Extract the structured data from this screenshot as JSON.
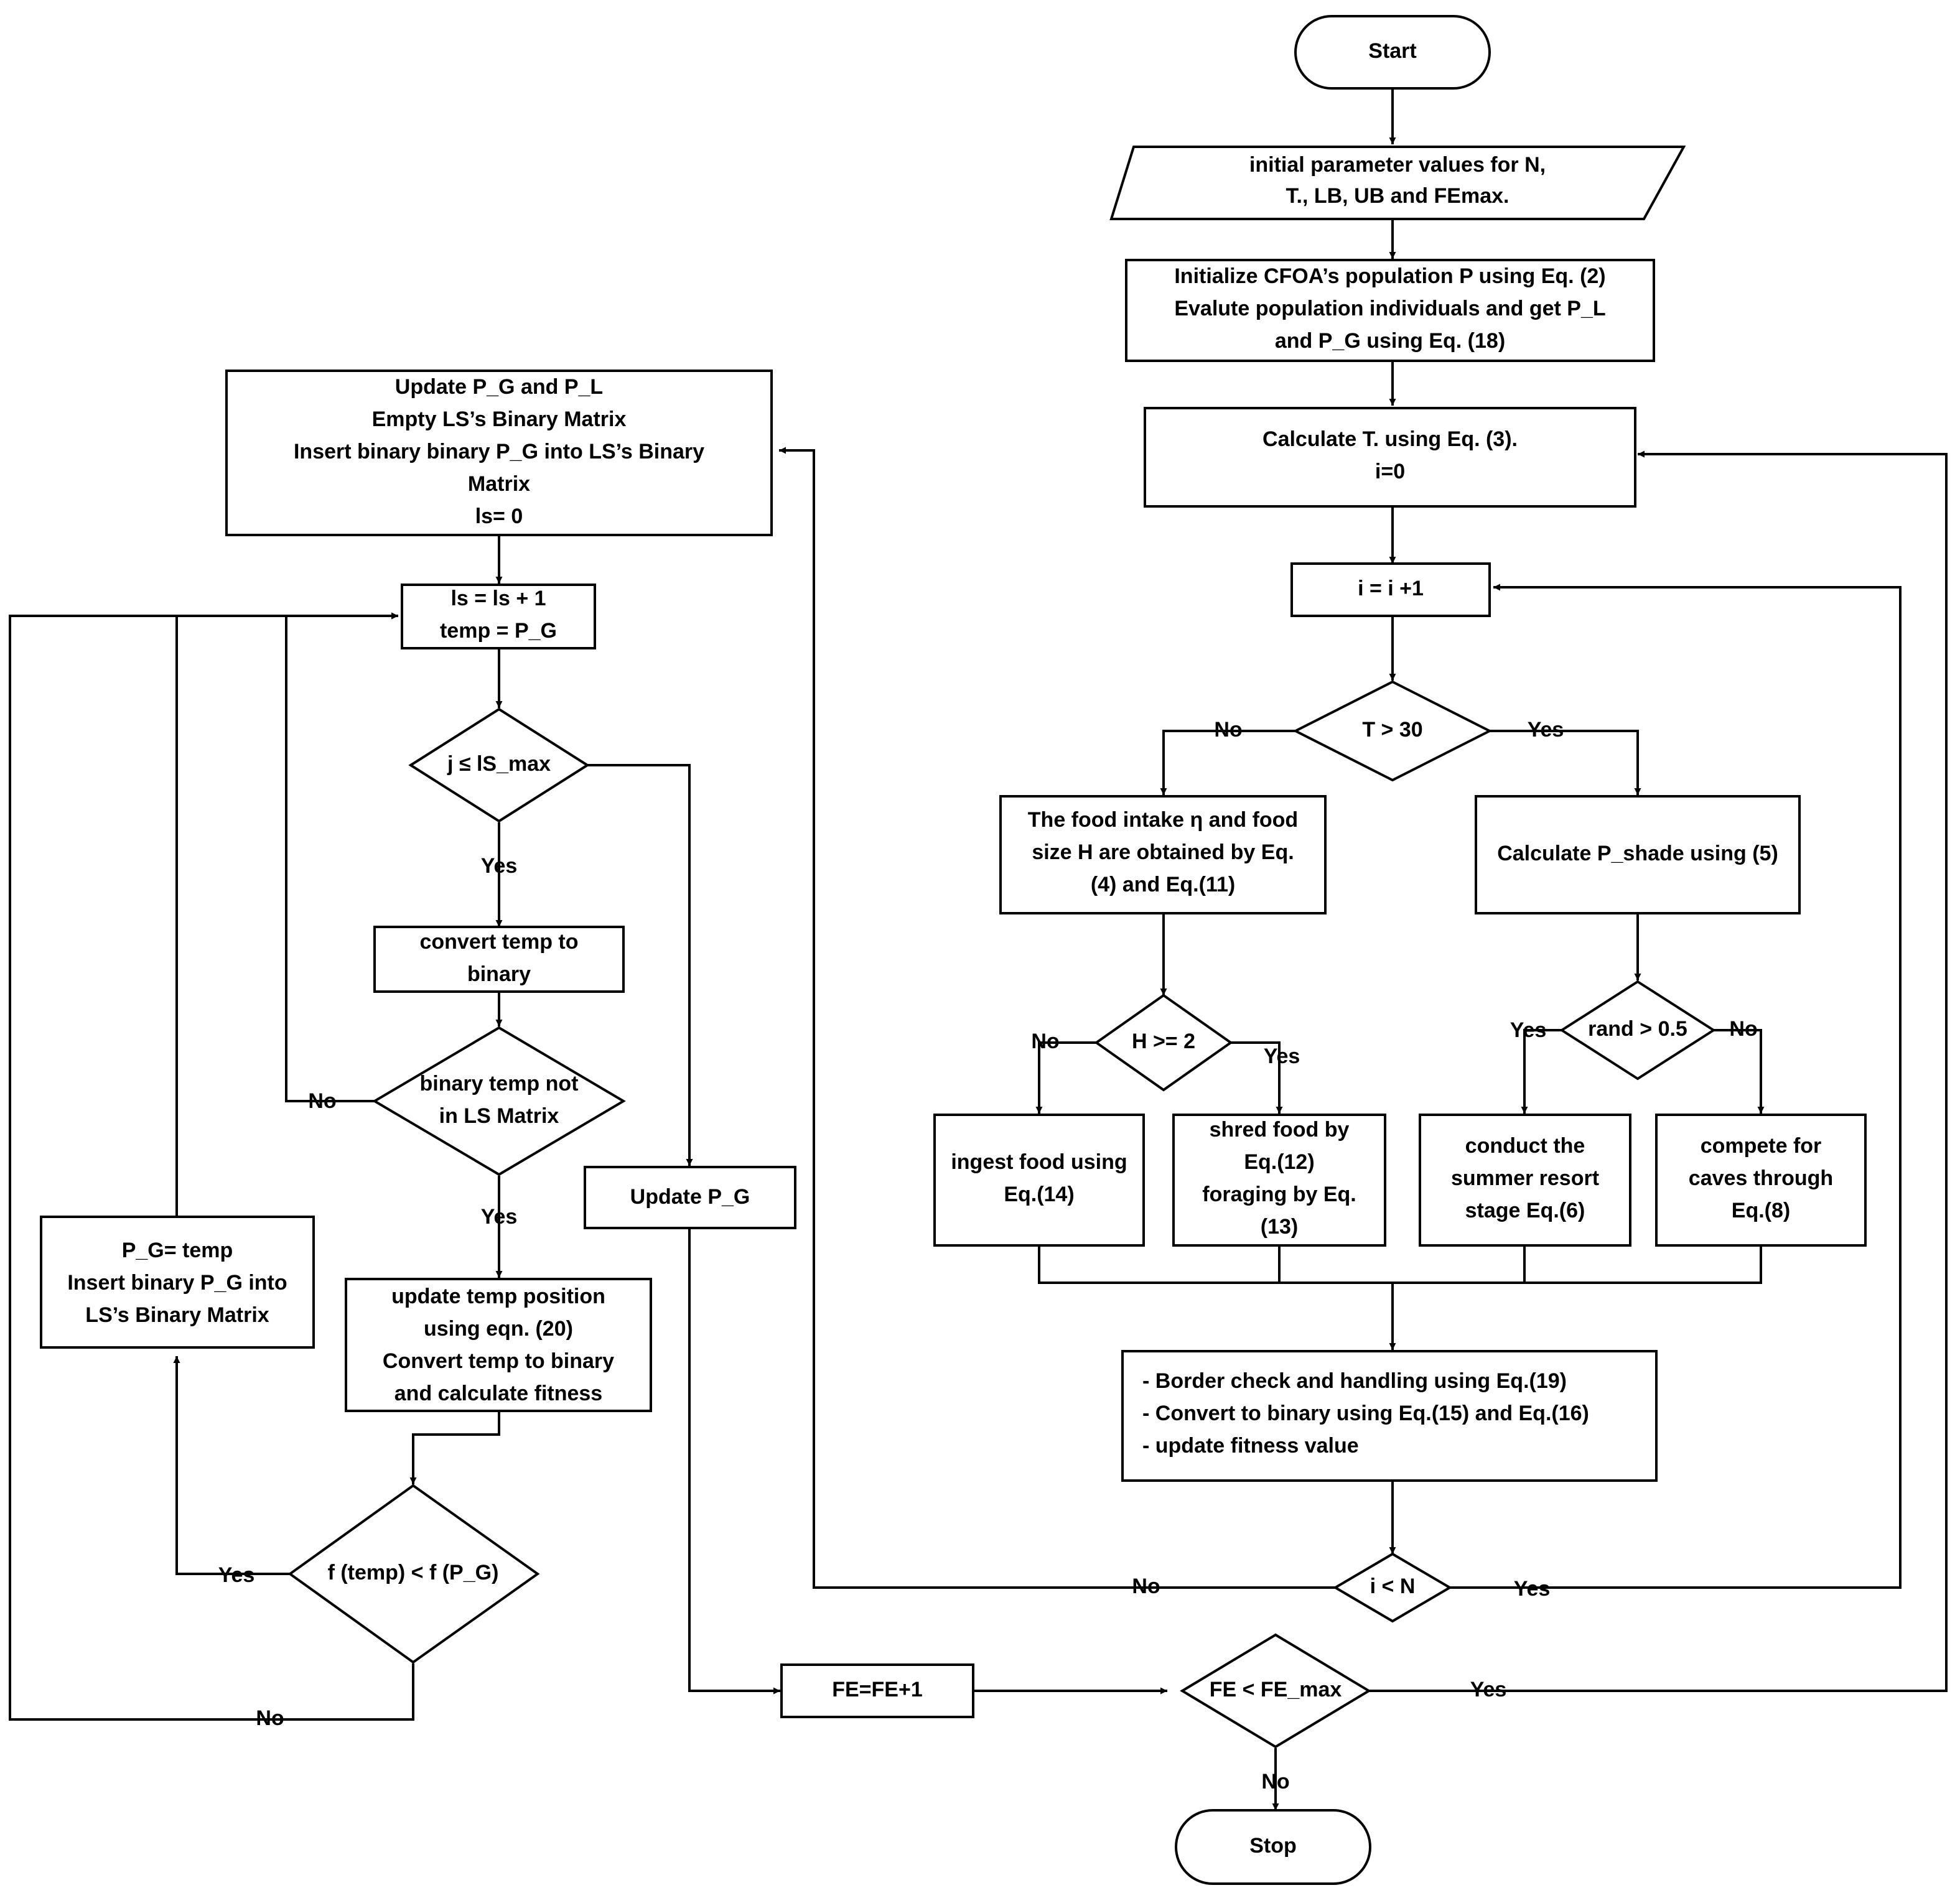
{
  "nodes": {
    "start": "Start",
    "input": [
      "initial parameter values for N,",
      "T., LB, UB and FEmax."
    ],
    "init": [
      "Initialize CFOA’s population P using Eq. (2)",
      "Evalute population individuals and get P_L",
      "and P_G using Eq. (18)"
    ],
    "calc_t": [
      "Calculate T. using Eq. (3).",
      "i=0"
    ],
    "inc_i": "i = i +1",
    "t_gt_30": "T > 30",
    "food_intake": [
      "The food intake η  and food",
      "size H are obtained by Eq.",
      "(4) and Eq.(11)"
    ],
    "p_shade": "Calculate P_shade using (5)",
    "h_ge_2": "H >= 2",
    "rand_gt": "rand > 0.5",
    "ingest": [
      "ingest food using",
      "Eq.(14)"
    ],
    "shred": [
      "shred food by",
      "Eq.(12)",
      "foraging by Eq.",
      "(13)"
    ],
    "summer": [
      "conduct the",
      "summer resort",
      "stage Eq.(6)"
    ],
    "compete": [
      "compete for",
      "caves through",
      "Eq.(8)"
    ],
    "border": [
      "- Border check and handling using Eq.(19)",
      "- Convert to binary using Eq.(15) and Eq.(16)",
      "- update fitness value"
    ],
    "i_lt_n": "i < N",
    "fe_inc": "FE=FE+1",
    "fe_lt_max": "FE < FE_max",
    "stop": "Stop",
    "update_pg_pl": [
      "Update P_G and P_L",
      "Empty LS’s Binary Matrix",
      "Insert binary binary P_G  into LS’s Binary",
      "Matrix",
      "ls= 0"
    ],
    "ls_inc": [
      "ls = ls + 1",
      "temp = P_G"
    ],
    "j_le_ls": "j ≤ lS_max",
    "convert_temp": [
      "convert temp to",
      "binary"
    ],
    "binary_not_in": [
      "binary temp not",
      "in LS Matrix"
    ],
    "update_temp": [
      "update temp position",
      "using eqn. (20)",
      "Convert temp to binary",
      "and calculate fitness"
    ],
    "f_temp_lt": "f (temp) < f (P_G)",
    "pg_temp": [
      "P_G= temp",
      "Insert binary P_G into",
      "LS’s Binary Matrix"
    ],
    "update_pg": "Update P_G"
  },
  "edge_labels": {
    "t30_no": "No",
    "t30_yes": "Yes",
    "h2_no": "No",
    "h2_yes": "Yes",
    "rand_yes": "Yes",
    "rand_no": "No",
    "in_no": "No",
    "in_yes": "Yes",
    "fe_yes": "Yes",
    "fe_no": "No",
    "j_yes": "Yes",
    "bin_no": "No",
    "bin_yes": "Yes",
    "f_yes": "Yes",
    "f_no": "No"
  }
}
